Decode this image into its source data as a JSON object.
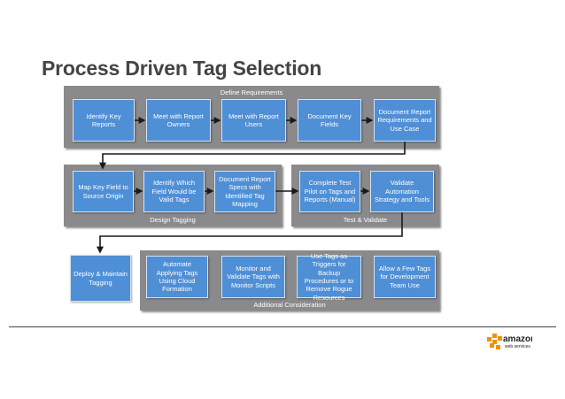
{
  "title": "Process Driven Tag Selection",
  "colors": {
    "group": "#8a8a8c",
    "box": "#4f8fd6",
    "arrow": "#1a1a1a",
    "logo_orange": "#f29100"
  },
  "groups": {
    "define": {
      "label": "Define Requirements",
      "boxes": [
        "Identify Key Reports",
        "Meet with Report Owners",
        "Meet with Report Users",
        "Document Key Fields",
        "Document Report Requirements and Use Case"
      ]
    },
    "design": {
      "label": "Design Tagging",
      "boxes": [
        "Map Key Field to Source Origin",
        "Identify Which Field Would be Valid Tags",
        "Document Report Specs with Identified Tag Mapping"
      ]
    },
    "test": {
      "label": "Test & Validate",
      "boxes": [
        "Complete Test Pilot on Tags and Reports (Manual)",
        "Validate Automation Strategy and Tools"
      ]
    },
    "deploy": {
      "box": "Deploy & Maintain Tagging"
    },
    "additional": {
      "label": "Additional Consideration",
      "boxes": [
        "Automate Applying Tags Using Cloud Formation",
        "Monitor and Validate Tags with Monitor Scripts",
        "Use Tags as Triggers for Backup Procedures or to Remove Rogue Resources",
        "Allow a Few Tags for Development Team Use"
      ]
    }
  },
  "logo": {
    "text": "amazon",
    "subtext": "web services",
    "icon": "aws-cubes-icon"
  }
}
